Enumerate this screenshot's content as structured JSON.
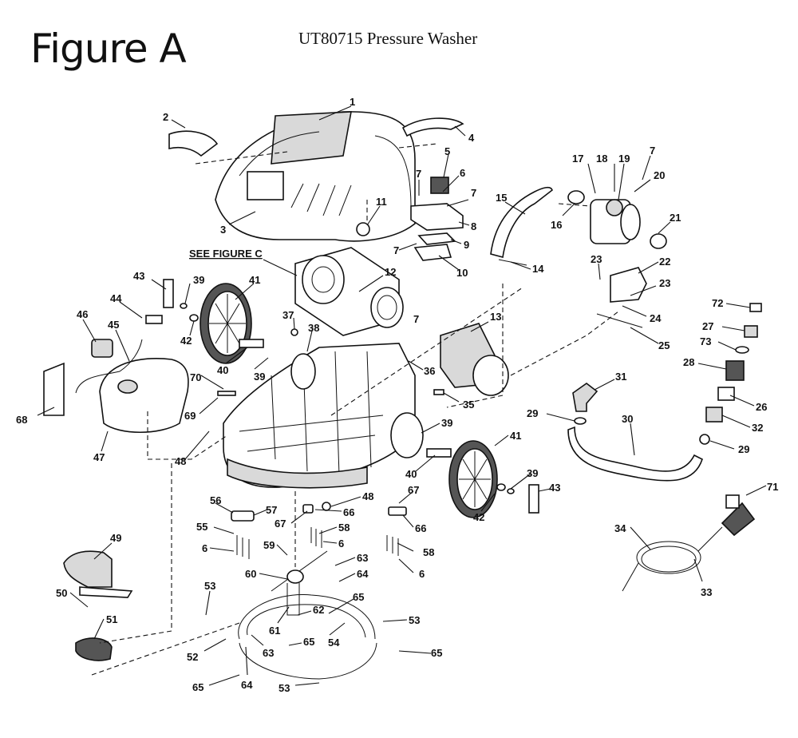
{
  "figure_title": "Figure A",
  "model_title": "UT80715 Pressure Washer",
  "see_note": "SEE FIGURE C",
  "labels": [
    {
      "id": "l1",
      "text": "1"
    },
    {
      "id": "l2",
      "text": "2"
    },
    {
      "id": "l3",
      "text": "3"
    },
    {
      "id": "l4",
      "text": "4"
    },
    {
      "id": "l5",
      "text": "5"
    },
    {
      "id": "l6a",
      "text": "6"
    },
    {
      "id": "l7a",
      "text": "7"
    },
    {
      "id": "l7b",
      "text": "7"
    },
    {
      "id": "l7c",
      "text": "7"
    },
    {
      "id": "l7d",
      "text": "7"
    },
    {
      "id": "l8",
      "text": "8"
    },
    {
      "id": "l9",
      "text": "9"
    },
    {
      "id": "l10",
      "text": "10"
    },
    {
      "id": "l11",
      "text": "11"
    },
    {
      "id": "l12",
      "text": "12"
    },
    {
      "id": "l13",
      "text": "13"
    },
    {
      "id": "l14",
      "text": "14"
    },
    {
      "id": "l15",
      "text": "15"
    },
    {
      "id": "l16",
      "text": "16"
    },
    {
      "id": "l17",
      "text": "17"
    },
    {
      "id": "l18",
      "text": "18"
    },
    {
      "id": "l19",
      "text": "19"
    },
    {
      "id": "l7e",
      "text": "7"
    },
    {
      "id": "l20",
      "text": "20"
    },
    {
      "id": "l21",
      "text": "21"
    },
    {
      "id": "l22",
      "text": "22"
    },
    {
      "id": "l23a",
      "text": "23"
    },
    {
      "id": "l23b",
      "text": "23"
    },
    {
      "id": "l24",
      "text": "24"
    },
    {
      "id": "l25",
      "text": "25"
    },
    {
      "id": "l72",
      "text": "72"
    },
    {
      "id": "l27",
      "text": "27"
    },
    {
      "id": "l73",
      "text": "73"
    },
    {
      "id": "l28",
      "text": "28"
    },
    {
      "id": "l26",
      "text": "26"
    },
    {
      "id": "l32",
      "text": "32"
    },
    {
      "id": "l29a",
      "text": "29"
    },
    {
      "id": "l29b",
      "text": "29"
    },
    {
      "id": "l31",
      "text": "31"
    },
    {
      "id": "l30",
      "text": "30"
    },
    {
      "id": "l43a",
      "text": "43"
    },
    {
      "id": "l39a",
      "text": "39"
    },
    {
      "id": "l41a",
      "text": "41"
    },
    {
      "id": "l44",
      "text": "44"
    },
    {
      "id": "l46",
      "text": "46"
    },
    {
      "id": "l45",
      "text": "45"
    },
    {
      "id": "l42a",
      "text": "42"
    },
    {
      "id": "l37",
      "text": "37"
    },
    {
      "id": "l38",
      "text": "38"
    },
    {
      "id": "l40a",
      "text": "40"
    },
    {
      "id": "l39b",
      "text": "39"
    },
    {
      "id": "l36",
      "text": "36"
    },
    {
      "id": "l35",
      "text": "35"
    },
    {
      "id": "l70",
      "text": "70"
    },
    {
      "id": "l69",
      "text": "69"
    },
    {
      "id": "l68",
      "text": "68"
    },
    {
      "id": "l47",
      "text": "47"
    },
    {
      "id": "l48a",
      "text": "48"
    },
    {
      "id": "l39c",
      "text": "39"
    },
    {
      "id": "l41b",
      "text": "41"
    },
    {
      "id": "l40b",
      "text": "40"
    },
    {
      "id": "l39d",
      "text": "39"
    },
    {
      "id": "l42b",
      "text": "42"
    },
    {
      "id": "l43b",
      "text": "43"
    },
    {
      "id": "l67a",
      "text": "67"
    },
    {
      "id": "l48b",
      "text": "48"
    },
    {
      "id": "l66a",
      "text": "66"
    },
    {
      "id": "l67b",
      "text": "67"
    },
    {
      "id": "l66b",
      "text": "66"
    },
    {
      "id": "l56",
      "text": "56"
    },
    {
      "id": "l57",
      "text": "57"
    },
    {
      "id": "l55",
      "text": "55"
    },
    {
      "id": "l6b",
      "text": "6"
    },
    {
      "id": "l58a",
      "text": "58"
    },
    {
      "id": "l6c",
      "text": "6"
    },
    {
      "id": "l59",
      "text": "59"
    },
    {
      "id": "l58b",
      "text": "58"
    },
    {
      "id": "l63a",
      "text": "63"
    },
    {
      "id": "l6d",
      "text": "6"
    },
    {
      "id": "l60",
      "text": "60"
    },
    {
      "id": "l64a",
      "text": "64"
    },
    {
      "id": "l49",
      "text": "49"
    },
    {
      "id": "l50",
      "text": "50"
    },
    {
      "id": "l51",
      "text": "51"
    },
    {
      "id": "l53a",
      "text": "53"
    },
    {
      "id": "l62",
      "text": "62"
    },
    {
      "id": "l65a",
      "text": "65"
    },
    {
      "id": "l61",
      "text": "61"
    },
    {
      "id": "l53b",
      "text": "53"
    },
    {
      "id": "l65b",
      "text": "65"
    },
    {
      "id": "l54",
      "text": "54"
    },
    {
      "id": "l63b",
      "text": "63"
    },
    {
      "id": "l52",
      "text": "52"
    },
    {
      "id": "l65c",
      "text": "65"
    },
    {
      "id": "l65d",
      "text": "65"
    },
    {
      "id": "l64b",
      "text": "64"
    },
    {
      "id": "l53c",
      "text": "53"
    },
    {
      "id": "l71",
      "text": "71"
    },
    {
      "id": "l34",
      "text": "34"
    },
    {
      "id": "l33",
      "text": "33"
    }
  ]
}
